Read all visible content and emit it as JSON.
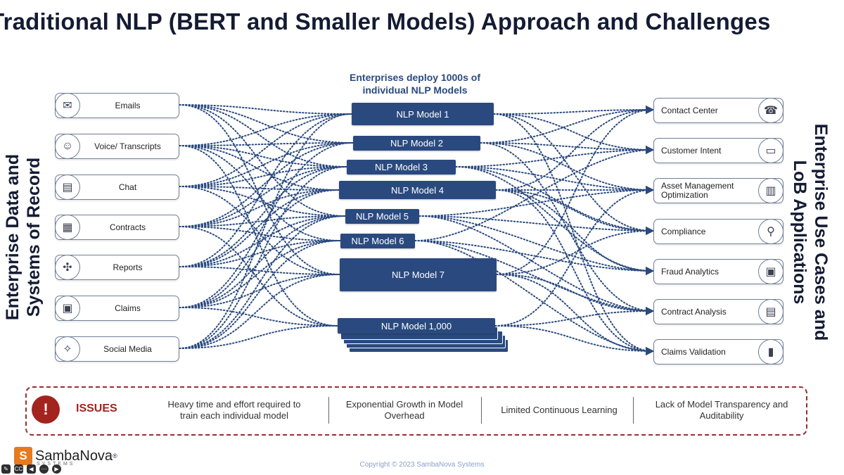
{
  "title": "Traditional NLP (BERT and Smaller Models) Approach and Challenges",
  "left_label": [
    "Enterprise Data and",
    "Systems of Record"
  ],
  "right_label": [
    "Enterprise Use Cases and",
    "LoB Applications"
  ],
  "center_header": [
    "Enterprises deploy 1000s of",
    "individual NLP Models"
  ],
  "sources": [
    {
      "label": "Emails",
      "icon": "email-icon",
      "glyph": "✉"
    },
    {
      "label": "Voice/ Transcripts",
      "icon": "voice-icon",
      "glyph": "☺"
    },
    {
      "label": "Chat",
      "icon": "chat-icon",
      "glyph": "▤"
    },
    {
      "label": "Contracts",
      "icon": "contract-icon",
      "glyph": "▦"
    },
    {
      "label": "Reports",
      "icon": "reports-icon",
      "glyph": "✣"
    },
    {
      "label": "Claims",
      "icon": "claims-icon",
      "glyph": "▣"
    },
    {
      "label": "Social Media",
      "icon": "network-icon",
      "glyph": "✧"
    }
  ],
  "models": [
    {
      "label": "NLP Model 1"
    },
    {
      "label": "NLP Model 2"
    },
    {
      "label": "NLP Model 3"
    },
    {
      "label": "NLP Model 4"
    },
    {
      "label": "NLP Model 5"
    },
    {
      "label": "NLP Model 6"
    },
    {
      "label": "NLP Model 7"
    },
    {
      "label": "NLP Model 1,000"
    }
  ],
  "destinations": [
    {
      "label": "Contact Center",
      "icon": "headset-icon",
      "glyph": "☎"
    },
    {
      "label": "Customer Intent",
      "icon": "cart-icon",
      "glyph": "▭"
    },
    {
      "label": "Asset Management Optimization",
      "icon": "building-icon",
      "glyph": "▥"
    },
    {
      "label": "Compliance",
      "icon": "magnifier-icon",
      "glyph": "⚲"
    },
    {
      "label": "Fraud Analytics",
      "icon": "id-icon",
      "glyph": "▣"
    },
    {
      "label": "Contract Analysis",
      "icon": "document-icon",
      "glyph": "▤"
    },
    {
      "label": "Claims Validation",
      "icon": "chart-icon",
      "glyph": "▮"
    }
  ],
  "issues": {
    "label": "ISSUES",
    "alert_glyph": "!",
    "items": [
      "Heavy time and effort required to train each individual model",
      "Exponential Growth in Model Overhead",
      "Limited Continuous Learning",
      "Lack of Model Transparency and Auditability"
    ]
  },
  "logo": {
    "mark": "S",
    "name": "SambaNova",
    "registered": "®",
    "sub": "SYSTEMS"
  },
  "copyright": "Copyright © 2023 SambaNova Systems",
  "colors": {
    "model": "#2a4a7f",
    "issue": "#a3231f",
    "text": "#141b33",
    "logo": "#e67a1f"
  }
}
